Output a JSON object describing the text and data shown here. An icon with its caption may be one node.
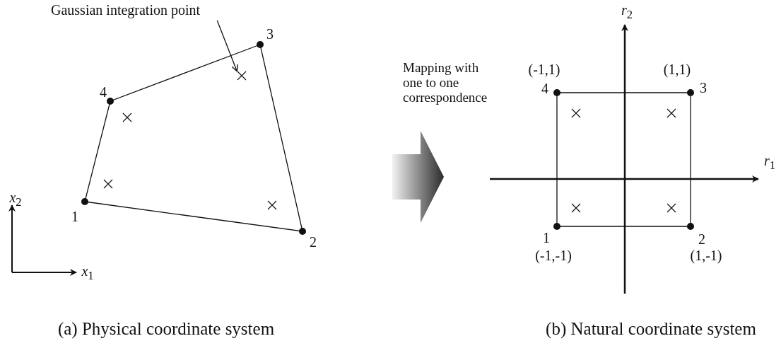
{
  "diagram": {
    "nodes": [
      {
        "text": [
          "Gaussian integration point"
        ]
      },
      {
        "text": [],
        "shape": "cross"
      }
    ],
    "edges": [
      {
        "from": 0,
        "to": 1,
        "arrow": "to"
      }
    ],
    "labels": [
      "*r*$_{2}$",
      "3",
      "(-1,1)",
      "(1,1)",
      "Mapping with one to one correspondence",
      "4",
      "4",
      "3",
      "*r*$_{1}$",
      "*x*$_{2}$",
      "1",
      "2",
      "1",
      "2",
      "(-1,-1)",
      "(1,-1)",
      "*x*$_{1}$",
      "(a) Physical coordinate system",
      "(b) Natural coordinate system"
    ]
  }
}
